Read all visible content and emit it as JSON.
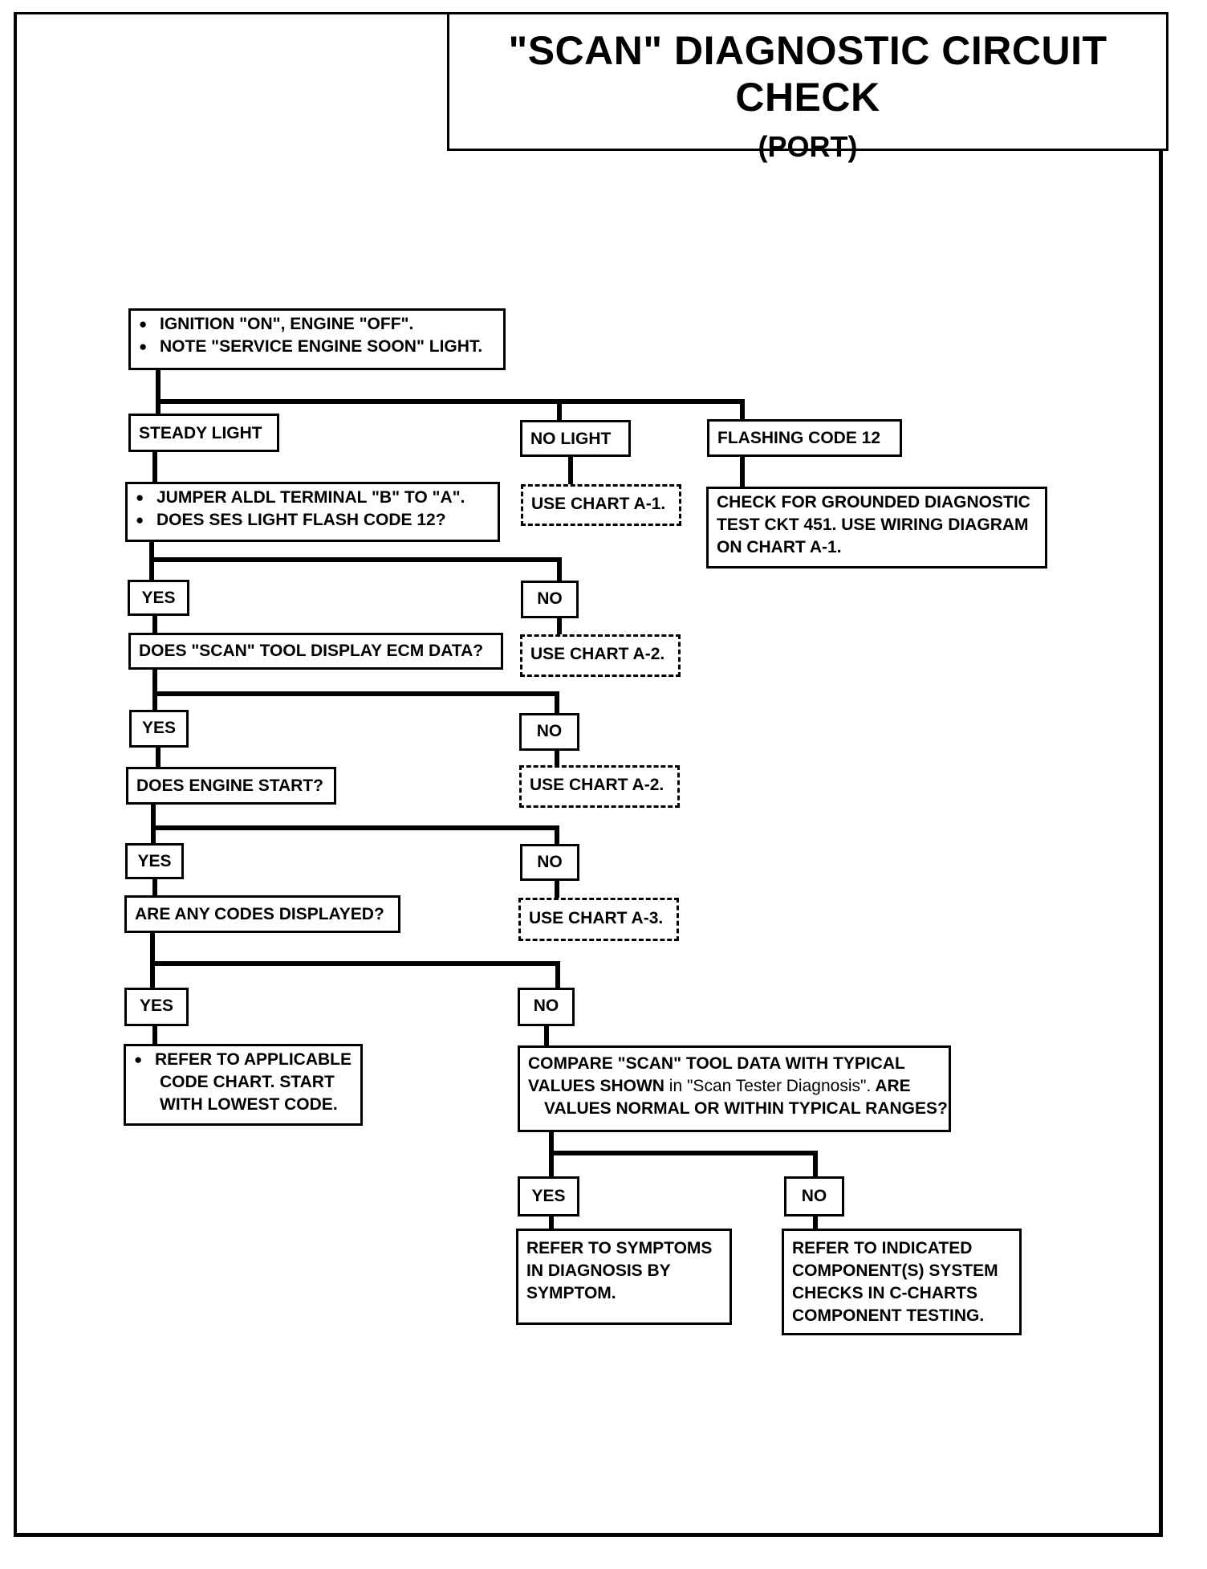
{
  "title": "\"SCAN\" DIAGNOSTIC CIRCUIT CHECK",
  "subtitle": "(PORT)",
  "start": {
    "line1": "IGNITION \"ON\", ENGINE \"OFF\".",
    "line2": "NOTE \"SERVICE ENGINE SOON\" LIGHT."
  },
  "steady_light": "STEADY LIGHT",
  "no_light": "NO LIGHT",
  "flashing_code": "FLASHING CODE 12",
  "use_chart_a1": "USE CHART A-1.",
  "grounded_check": {
    "line1": "CHECK FOR GROUNDED DIAGNOSTIC",
    "line2": "TEST CKT 451.  USE WIRING DIAGRAM",
    "line3": "ON CHART A-1."
  },
  "jumper": {
    "line1": "JUMPER ALDL TERMINAL \"B\" TO \"A\".",
    "line2": "DOES SES LIGHT FLASH CODE 12?"
  },
  "yes": "YES",
  "no": "NO",
  "scan_display": "DOES \"SCAN\" TOOL DISPLAY ECM DATA?",
  "use_chart_a2": "USE CHART A-2.",
  "engine_start": "DOES ENGINE START?",
  "codes_displayed": "ARE ANY CODES DISPLAYED?",
  "use_chart_a3": "USE CHART A-3.",
  "refer_code_chart": {
    "line1": "REFER TO APPLICABLE",
    "line2": "CODE CHART.  START",
    "line3": "WITH LOWEST CODE."
  },
  "compare": {
    "line1": "COMPARE \"SCAN\" TOOL DATA WITH TYPICAL",
    "line2a": "VALUES SHOWN",
    "line2b": "in \"Scan Tester Diagnosis\".",
    "line2c": "ARE",
    "line3": "VALUES  NORMAL OR WITHIN TYPICAL RANGES?"
  },
  "refer_symptoms": {
    "line1": "REFER TO SYMPTOMS",
    "line2": "IN DIAGNOSIS BY",
    "line3": "SYMPTOM."
  },
  "refer_components": {
    "line1": "REFER TO INDICATED",
    "line2": "COMPONENT(S) SYSTEM",
    "line3": "CHECKS IN  C-CHARTS",
    "line4": "COMPONENT  TESTING."
  }
}
